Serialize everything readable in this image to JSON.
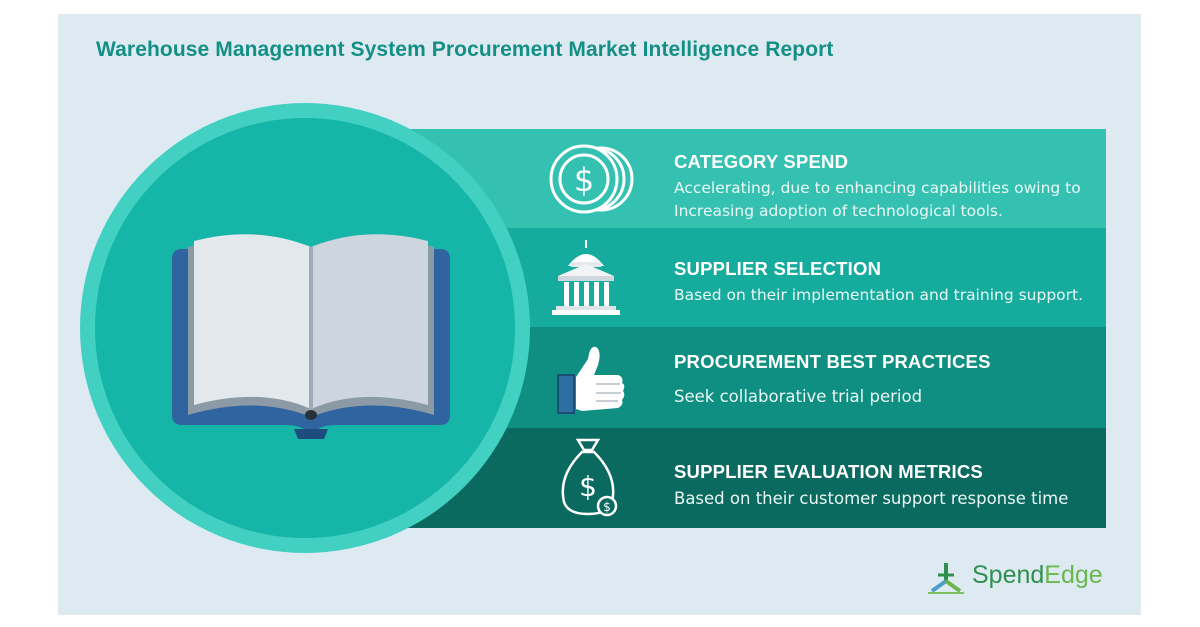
{
  "title": "Warehouse Management System Procurement Market Intelligence Report",
  "bands": [
    {
      "heading": "CATEGORY SPEND",
      "description_line1": "Accelerating, due to enhancing capabilities owing to",
      "description_line2": "Increasing adoption of technological tools.",
      "icon": "dollar-coins-icon"
    },
    {
      "heading": "SUPPLIER SELECTION",
      "description_line1": "Based on their implementation and training support.",
      "icon": "government-building-icon"
    },
    {
      "heading": "PROCUREMENT BEST PRACTICES",
      "description_line1": "Seek collaborative trial period",
      "icon": "thumbs-up-icon"
    },
    {
      "heading": "SUPPLIER EVALUATION METRICS",
      "description_line1": "Based on their customer support response time",
      "icon": "money-bag-icon"
    }
  ],
  "logo": {
    "part1": "Spend",
    "part2": "Edge"
  },
  "colors": {
    "background": "#deeaf1",
    "title": "#138f86",
    "band_1": "#35c1b2",
    "band_2": "#15ab9d",
    "band_3": "#0f8f81",
    "band_4": "#0a6a5f",
    "circle_outer": "#41d0c2",
    "circle_inner": "#15b5a7",
    "book_cover": "#2f64a0"
  }
}
